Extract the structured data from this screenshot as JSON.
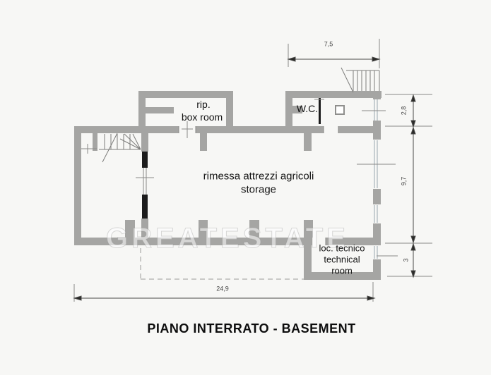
{
  "plan": {
    "title": "PIANO INTERRATO - BASEMENT",
    "watermark": "GREATESTATE",
    "rooms": {
      "box_room": {
        "abbr": "rip.",
        "name": "box room"
      },
      "wc": {
        "name": "W.C."
      },
      "storage": {
        "name_it": "rimessa attrezzi agricoli",
        "name_en": "storage"
      },
      "technical_room": {
        "name_it": "loc. tecnico",
        "name_en_1": "technical",
        "name_en_2": "room"
      }
    },
    "dimensions": {
      "wc_wing_width": "7,5",
      "wc_wing_depth": "2,8",
      "main_depth": "9,7",
      "technical_depth": "3",
      "total_width": "24,9"
    },
    "colors": {
      "wall": "#a5a5a3",
      "background": "#f7f7f5",
      "line": "#555555",
      "text": "#141414"
    }
  }
}
